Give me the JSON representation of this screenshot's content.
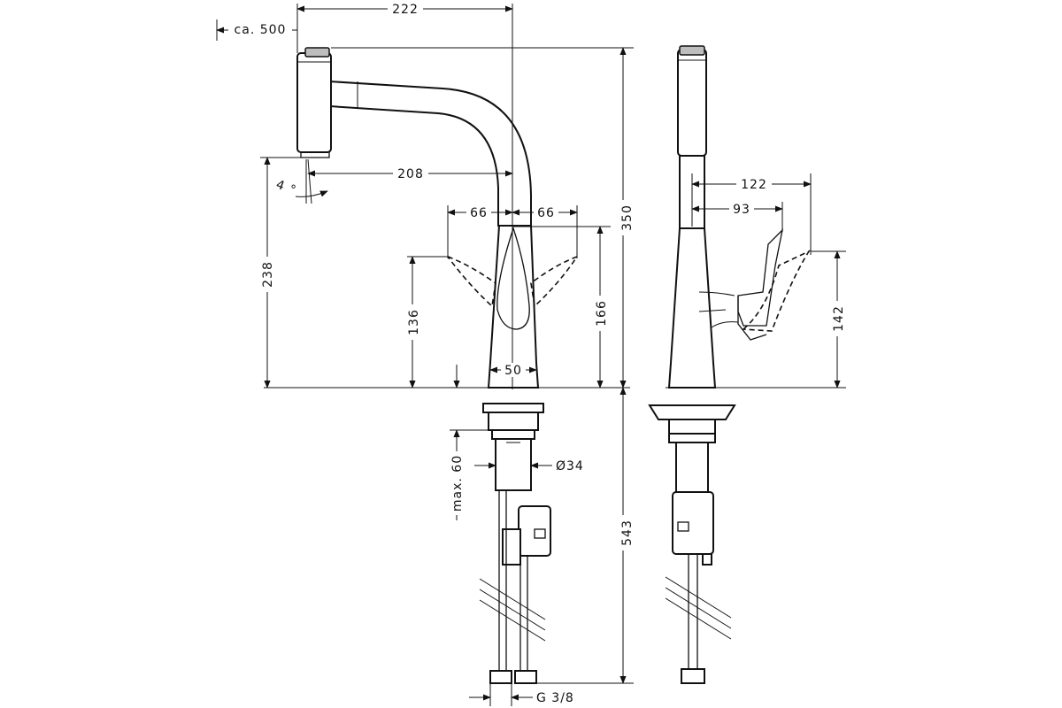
{
  "drawing": {
    "front_view": {
      "dim_pull_out_length": "ca. 500",
      "dim_projection_total": "222",
      "dim_projection_spout": "208",
      "dim_spout_angle": "4 °",
      "dim_height_total": "350",
      "dim_height_spout_outlet": "238",
      "dim_lever_swing_left": "66",
      "dim_lever_swing_right": "66",
      "dim_lever_height_a": "136",
      "dim_lever_height_b": "166",
      "dim_base_diameter": "50",
      "dim_max_deck_thickness": "max. 60",
      "dim_shank_diameter": "Ø34",
      "dim_below_deck_length": "543",
      "dim_connection_thread": "G 3/8"
    },
    "side_view": {
      "dim_lever_reach_open": "122",
      "dim_lever_reach_closed": "93",
      "dim_lever_height": "142"
    }
  }
}
